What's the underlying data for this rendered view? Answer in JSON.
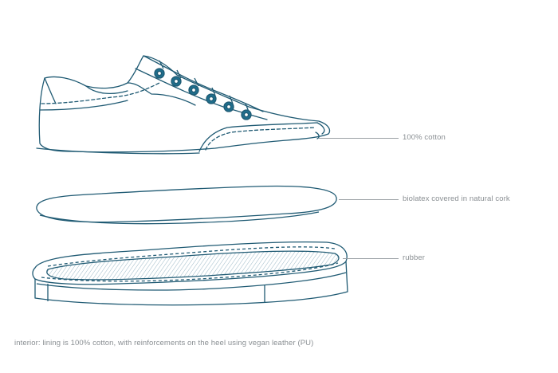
{
  "labels": {
    "upper": "100% cotton",
    "insole": "biolatex covered in natural cork",
    "sole": "rubber"
  },
  "footnote": "interior: lining is 100% cotton, with reinforcements on the heel using vegan leather (PU)",
  "colors": {
    "outline": "#1f5a73",
    "eyelet": "#1f6e8c",
    "label_text": "#8a8f93",
    "leader_line": "#9aa0a4",
    "hatch": "#9bb8c6"
  }
}
